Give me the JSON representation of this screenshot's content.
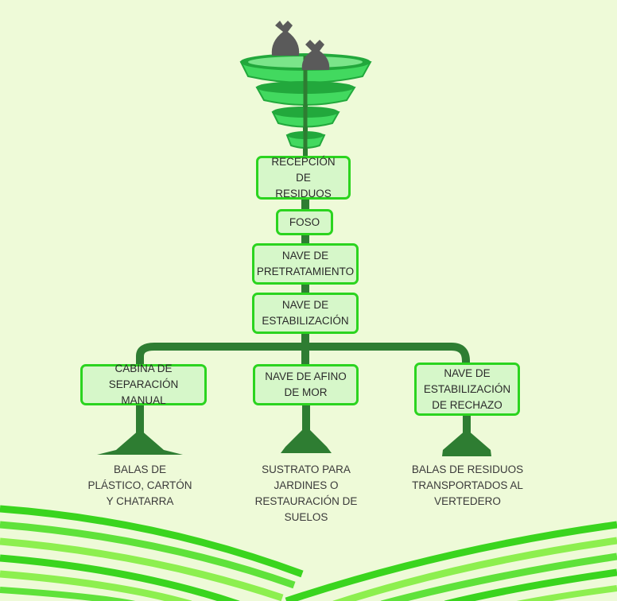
{
  "colors": {
    "background": "#eefad8",
    "connector": "#2e7d32",
    "box_fill": "#d6f7c9",
    "box_border": "#2bd41f",
    "funnel_light": "#42d95f",
    "funnel_dark": "#22a83c",
    "bag": "#5a5a5a"
  },
  "icons": {
    "funnel": "funnel-icon",
    "bags": "trash-bag-icon"
  },
  "steps": [
    "RECEPCIÓN DE\nRESIDUOS",
    "FOSO",
    "NAVE DE\nPRETRATAMIENTO",
    "NAVE DE\nESTABILIZACIÓN"
  ],
  "branches": [
    {
      "process": "CABINA DE\nSEPARACIÓN MANUAL",
      "output": "BALAS DE\nPLÁSTICO, CARTÓN\nY CHATARRA"
    },
    {
      "process": "NAVE DE AFINO\nDE MOR",
      "output": "SUSTRATO  PARA\nJARDINES O\nRESTAURACIÓN DE\nSUELOS"
    },
    {
      "process": "NAVE DE\nESTABILIZACIÓN\nDE RECHAZO",
      "output": "BALAS DE RESIDUOS\nTRANSPORTADOS AL\nVERTEDERO"
    }
  ]
}
